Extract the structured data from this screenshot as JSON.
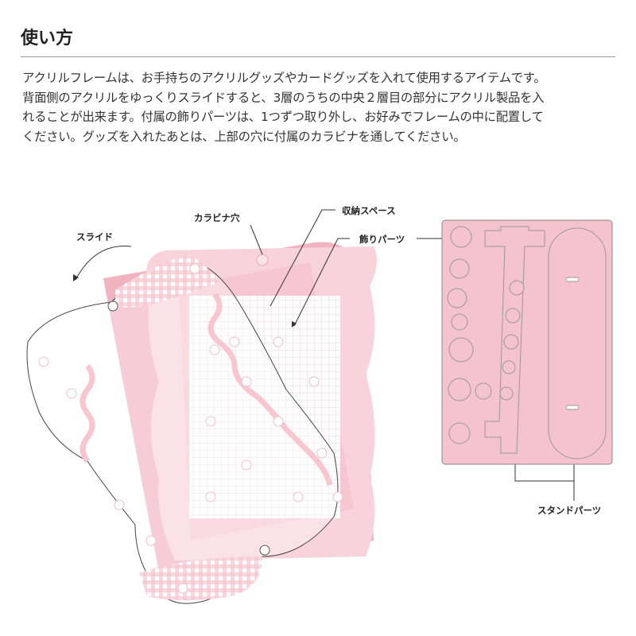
{
  "heading": "使い方",
  "paragraph_lines": [
    "アクリルフレームは、お手持ちのアクリルグッズやカードグッズを入れて使用するアイテムです。",
    "背面側のアクリルをゆっくりスライドすると、3層のうちの中央２層目の部分にアクリル製品を入",
    "れることが出来ます。付属の飾りパーツは、1つずつ取り外し、お好みでフレームの中に配置して",
    "ください。グッズを入れたあとは、上部の穴に付属のカラビナを通してください。"
  ],
  "labels": {
    "slide": "スライド",
    "carabiner_hole": "カラビナ穴",
    "storage_space": "収納スペース",
    "decoration_parts": "飾りパーツ",
    "stand_parts": "スタンドパーツ"
  },
  "colors": {
    "pink": "#f2b8c4",
    "light_pink": "#f9d9e0",
    "sheet": "#f4c3cc"
  }
}
